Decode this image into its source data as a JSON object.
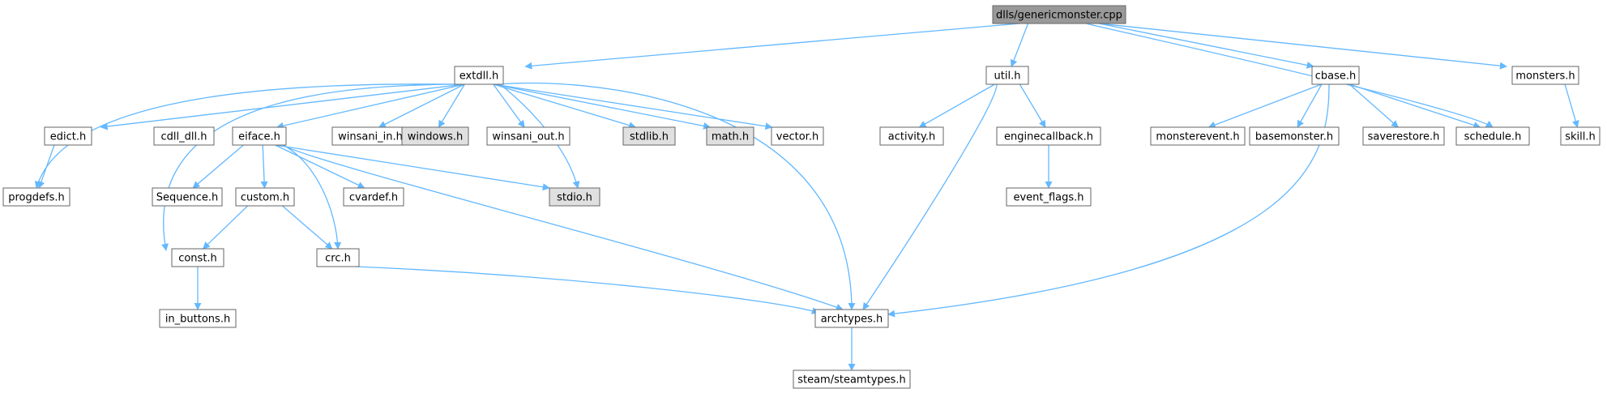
{
  "graph": {
    "colors": {
      "edge": "#63b8ff",
      "node_fill": "#ffffff",
      "node_border": "#666666",
      "root_fill": "#999999",
      "system_fill": "#e0e0e0",
      "text": "#000000"
    },
    "nodes": [
      {
        "id": "root",
        "label": "dlls/genericmonster.cpp",
        "style": "root"
      },
      {
        "id": "extdll",
        "label": "extdll.h",
        "style": "normal"
      },
      {
        "id": "util",
        "label": "util.h",
        "style": "normal"
      },
      {
        "id": "cbase",
        "label": "cbase.h",
        "style": "normal"
      },
      {
        "id": "monsters",
        "label": "monsters.h",
        "style": "normal"
      },
      {
        "id": "edict",
        "label": "edict.h",
        "style": "normal"
      },
      {
        "id": "cdll_dll",
        "label": "cdll_dll.h",
        "style": "normal"
      },
      {
        "id": "eiface",
        "label": "eiface.h",
        "style": "normal"
      },
      {
        "id": "winsani_in",
        "label": "winsani_in.h",
        "style": "normal"
      },
      {
        "id": "windows",
        "label": "windows.h",
        "style": "system"
      },
      {
        "id": "winsani_out",
        "label": "winsani_out.h",
        "style": "normal"
      },
      {
        "id": "stdlib",
        "label": "stdlib.h",
        "style": "system"
      },
      {
        "id": "math",
        "label": "math.h",
        "style": "system"
      },
      {
        "id": "vector",
        "label": "vector.h",
        "style": "normal"
      },
      {
        "id": "activity",
        "label": "activity.h",
        "style": "normal"
      },
      {
        "id": "enginecallback",
        "label": "enginecallback.h",
        "style": "normal"
      },
      {
        "id": "monsterevent",
        "label": "monsterevent.h",
        "style": "normal"
      },
      {
        "id": "basemonster",
        "label": "basemonster.h",
        "style": "normal"
      },
      {
        "id": "saverestore",
        "label": "saverestore.h",
        "style": "normal"
      },
      {
        "id": "schedule",
        "label": "schedule.h",
        "style": "normal"
      },
      {
        "id": "skill",
        "label": "skill.h",
        "style": "normal"
      },
      {
        "id": "progdefs",
        "label": "progdefs.h",
        "style": "normal"
      },
      {
        "id": "sequence",
        "label": "Sequence.h",
        "style": "normal"
      },
      {
        "id": "custom",
        "label": "custom.h",
        "style": "normal"
      },
      {
        "id": "cvardef",
        "label": "cvardef.h",
        "style": "normal"
      },
      {
        "id": "stdio",
        "label": "stdio.h",
        "style": "system"
      },
      {
        "id": "event_flags",
        "label": "event_flags.h",
        "style": "normal"
      },
      {
        "id": "const",
        "label": "const.h",
        "style": "normal"
      },
      {
        "id": "crc",
        "label": "crc.h",
        "style": "normal"
      },
      {
        "id": "in_buttons",
        "label": "in_buttons.h",
        "style": "normal"
      },
      {
        "id": "archtypes",
        "label": "archtypes.h",
        "style": "normal"
      },
      {
        "id": "steamtypes",
        "label": "steam/steamtypes.h",
        "style": "normal"
      }
    ],
    "edges": [
      {
        "from": "root",
        "to": "extdll"
      },
      {
        "from": "root",
        "to": "util"
      },
      {
        "from": "root",
        "to": "cbase"
      },
      {
        "from": "root",
        "to": "schedule"
      },
      {
        "from": "root",
        "to": "monsters"
      },
      {
        "from": "extdll",
        "to": "progdefs"
      },
      {
        "from": "extdll",
        "to": "const"
      },
      {
        "from": "extdll",
        "to": "edict"
      },
      {
        "from": "extdll",
        "to": "eiface"
      },
      {
        "from": "extdll",
        "to": "winsani_in"
      },
      {
        "from": "extdll",
        "to": "windows"
      },
      {
        "from": "extdll",
        "to": "winsani_out"
      },
      {
        "from": "extdll",
        "to": "stdio"
      },
      {
        "from": "extdll",
        "to": "stdlib"
      },
      {
        "from": "extdll",
        "to": "math"
      },
      {
        "from": "extdll",
        "to": "vector"
      },
      {
        "from": "extdll",
        "to": "archtypes"
      },
      {
        "from": "edict",
        "to": "progdefs"
      },
      {
        "from": "eiface",
        "to": "sequence"
      },
      {
        "from": "eiface",
        "to": "custom"
      },
      {
        "from": "eiface",
        "to": "crc"
      },
      {
        "from": "eiface",
        "to": "cvardef"
      },
      {
        "from": "eiface",
        "to": "stdio"
      },
      {
        "from": "eiface",
        "to": "archtypes"
      },
      {
        "from": "custom",
        "to": "const"
      },
      {
        "from": "custom",
        "to": "crc"
      },
      {
        "from": "const",
        "to": "in_buttons"
      },
      {
        "from": "crc",
        "to": "archtypes"
      },
      {
        "from": "util",
        "to": "activity"
      },
      {
        "from": "util",
        "to": "enginecallback"
      },
      {
        "from": "util",
        "to": "archtypes"
      },
      {
        "from": "enginecallback",
        "to": "event_flags"
      },
      {
        "from": "cbase",
        "to": "monsterevent"
      },
      {
        "from": "cbase",
        "to": "basemonster"
      },
      {
        "from": "cbase",
        "to": "saverestore"
      },
      {
        "from": "cbase",
        "to": "schedule"
      },
      {
        "from": "cbase",
        "to": "archtypes"
      },
      {
        "from": "monsters",
        "to": "skill"
      },
      {
        "from": "archtypes",
        "to": "steamtypes"
      }
    ]
  }
}
